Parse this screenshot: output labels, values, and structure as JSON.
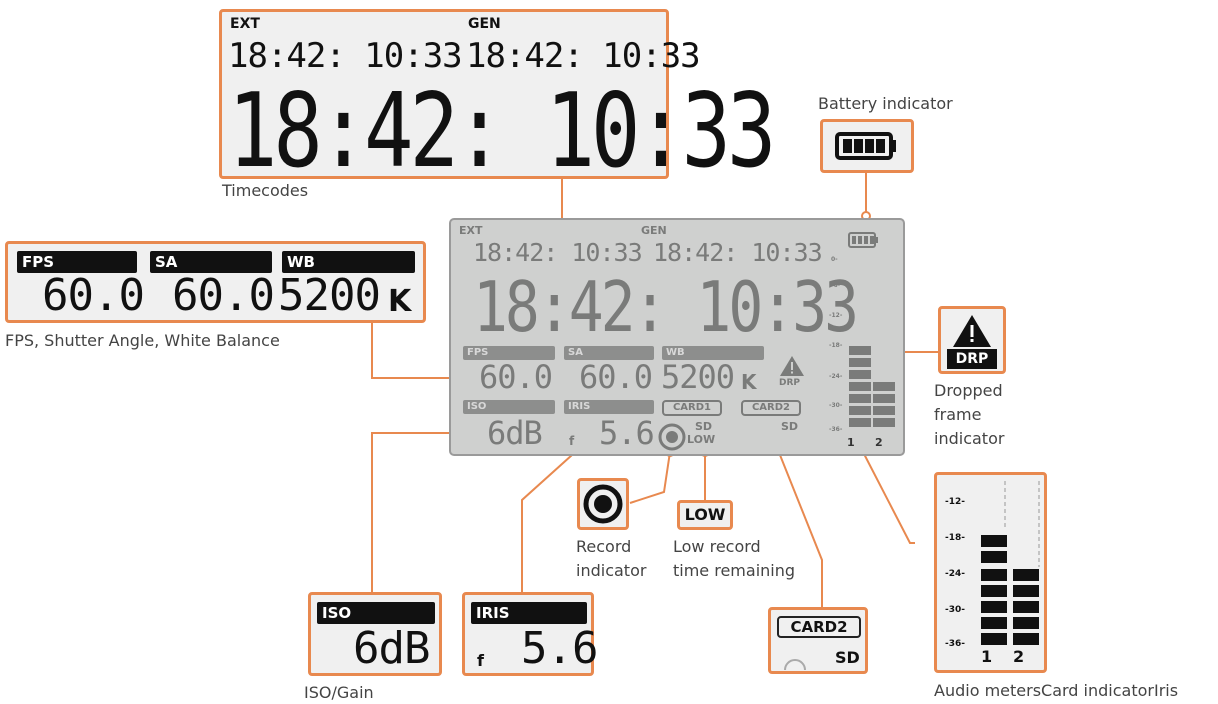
{
  "timecodes": {
    "ext_label": "EXT",
    "gen_label": "GEN",
    "ext_tc": "18:42: 10:33",
    "gen_tc": "18:42: 10:33",
    "main_tc": "18:42: 10:33",
    "caption": "Timecodes"
  },
  "battery": {
    "caption": "Battery indicator"
  },
  "fps_sa_wb": {
    "fps_label": "FPS",
    "sa_label": "SA",
    "wb_label": "WB",
    "fps_value": "60.0",
    "sa_value": "60.0",
    "wb_value": "5200",
    "wb_unit": "K",
    "caption": "FPS, Shutter Angle, White Balance"
  },
  "dropped_frame": {
    "tag": "DRP",
    "caption_line1": "Dropped",
    "caption_line2": "frame",
    "caption_line3": "indicator"
  },
  "lcd": {
    "ext_label": "EXT",
    "gen_label": "GEN",
    "ext_tc": "18:42: 10:33",
    "gen_tc": "18:42: 10:33",
    "main_tc": "18:42: 10:33",
    "fps_label": "FPS",
    "sa_label": "SA",
    "wb_label": "WB",
    "fps_value": "60.0",
    "sa_value": "60.0",
    "wb_value": "5200",
    "wb_unit": "K",
    "iso_label": "ISO",
    "iris_label": "IRIS",
    "iso_value": "6dB",
    "iris_prefix": "f",
    "iris_value": "5.6",
    "card1_label": "CARD1",
    "card2_label": "CARD2",
    "card1_media": "SD",
    "card2_media": "SD",
    "low_label": "LOW",
    "drp_label": "DRP",
    "meter_scale": [
      "0-",
      "-6-",
      "-12-",
      "-18-",
      "-24-",
      "-30-",
      "-36-"
    ],
    "meter_channels": [
      "1",
      "2"
    ]
  },
  "record": {
    "caption_line1": "Record",
    "caption_line2": "indicator"
  },
  "low_record": {
    "tag": "LOW",
    "caption_line1": "Low record",
    "caption_line2": "time remaining"
  },
  "iso": {
    "label": "ISO",
    "value": "6dB",
    "caption": "ISO/Gain"
  },
  "iris": {
    "label": "IRIS",
    "prefix": "f",
    "value": "5.6"
  },
  "card": {
    "label": "CARD2",
    "media": "SD"
  },
  "audio": {
    "scale": [
      "-12-",
      "-18-",
      "-24-",
      "-30-",
      "-36-"
    ],
    "channels": [
      "1",
      "2"
    ],
    "caption": "Audio metersCard indicatorIris"
  },
  "colors": {
    "accent": "#e8894f",
    "lcd_bg": "#cfd0cf",
    "segment_dark": "#111111"
  }
}
